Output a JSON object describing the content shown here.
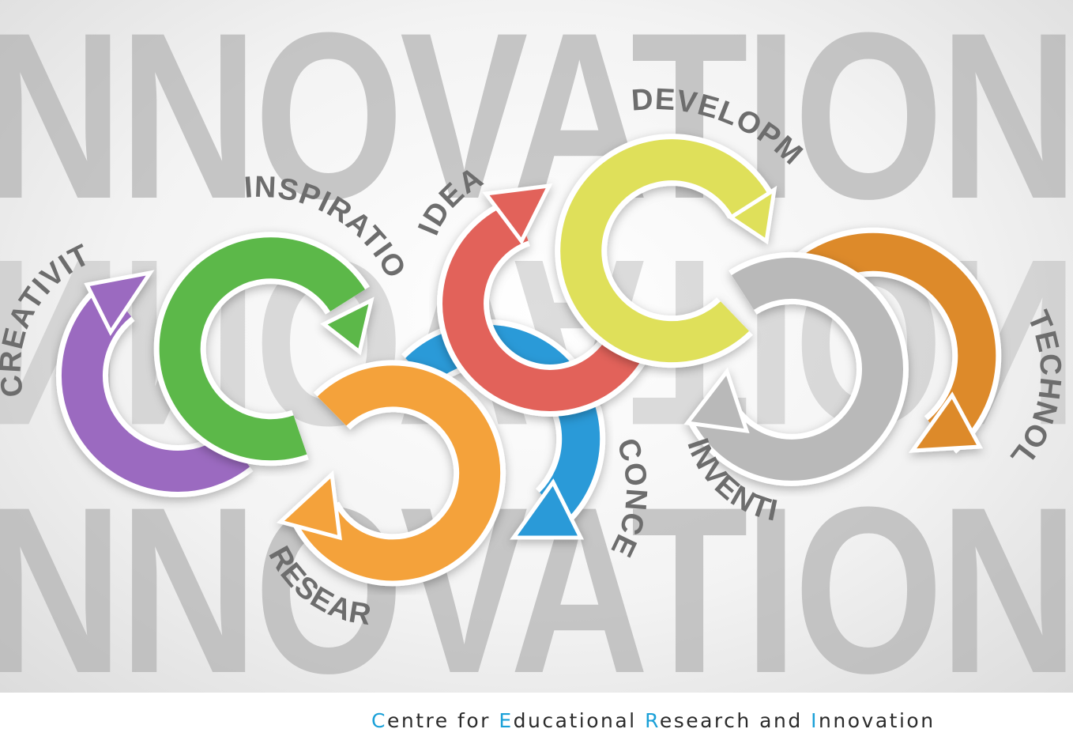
{
  "background_words": [
    "NNOVATION",
    "NNOVATION",
    "NNOVATION"
  ],
  "cycle_labels": {
    "creativity": "CREATIVITY",
    "inspiration": "INSPIRATION",
    "research": "RESEARCH",
    "concept": "CONCEPT",
    "idea": "IDEA",
    "development": "DEVELOPMENT",
    "invention": "INVENTION",
    "technology": "TECHNOLOGY"
  },
  "arrow_colors": {
    "creativity": "#9b6ac0",
    "inspiration": "#5cb84a",
    "research": "#f4a23a",
    "concept": "#2a9ad8",
    "idea": "#e2625a",
    "development": "#dfe05a",
    "invention": "#b9b9b9",
    "technology": "#dd8a2c"
  },
  "footer": {
    "parts": [
      {
        "cap": "C",
        "rest": "entre for "
      },
      {
        "cap": "E",
        "rest": "ducational "
      },
      {
        "cap": "R",
        "rest": "esearch and "
      },
      {
        "cap": "I",
        "rest": "nnovation"
      }
    ],
    "cap_color": "#1aa0d8"
  }
}
